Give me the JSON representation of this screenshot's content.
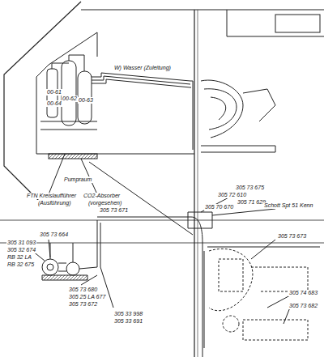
{
  "diagram": {
    "labels": [
      "W) Wasser (Zuleitung)",
      "00-61",
      "00-62",
      "00-63",
      "00-64",
      "Pumpraum",
      "FTN Kreislaufführer",
      "(Ausführung)",
      "CO2-Absorber",
      "(vorgesehen)",
      "305 73 671",
      "305 73 675",
      "305 72 610",
      "305 71 629",
      "305 70 670",
      "Schott Spt 51 Kenn",
      "305 31 093",
      "305 32 674",
      "RB 32 LA",
      "RB 32 675",
      "305 73 664",
      "305 73 680",
      "305 25 LA 677",
      "305 73 672",
      "305 33 998",
      "305 33 691",
      "305 73 673",
      "305 74 683",
      "305 73 682"
    ]
  }
}
